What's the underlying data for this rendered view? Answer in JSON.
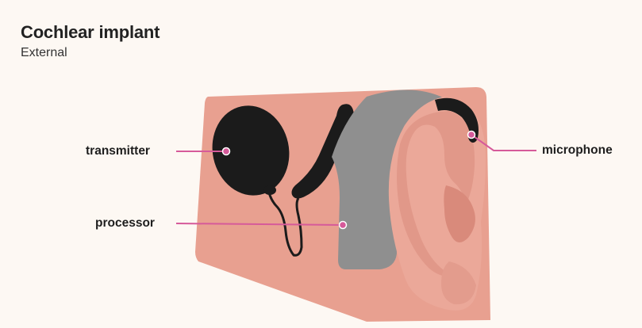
{
  "header": {
    "title": "Cochlear implant",
    "subtitle": "External"
  },
  "labels": {
    "transmitter": "transmitter",
    "processor": "processor",
    "microphone": "microphone"
  },
  "colors": {
    "skin_bg": "#e8a090",
    "ear": "#eba899",
    "ear_shadow": "#d98a7b",
    "device": "#8f8f8f",
    "dark": "#1b1b1b",
    "pointer": "#d65a9a"
  }
}
